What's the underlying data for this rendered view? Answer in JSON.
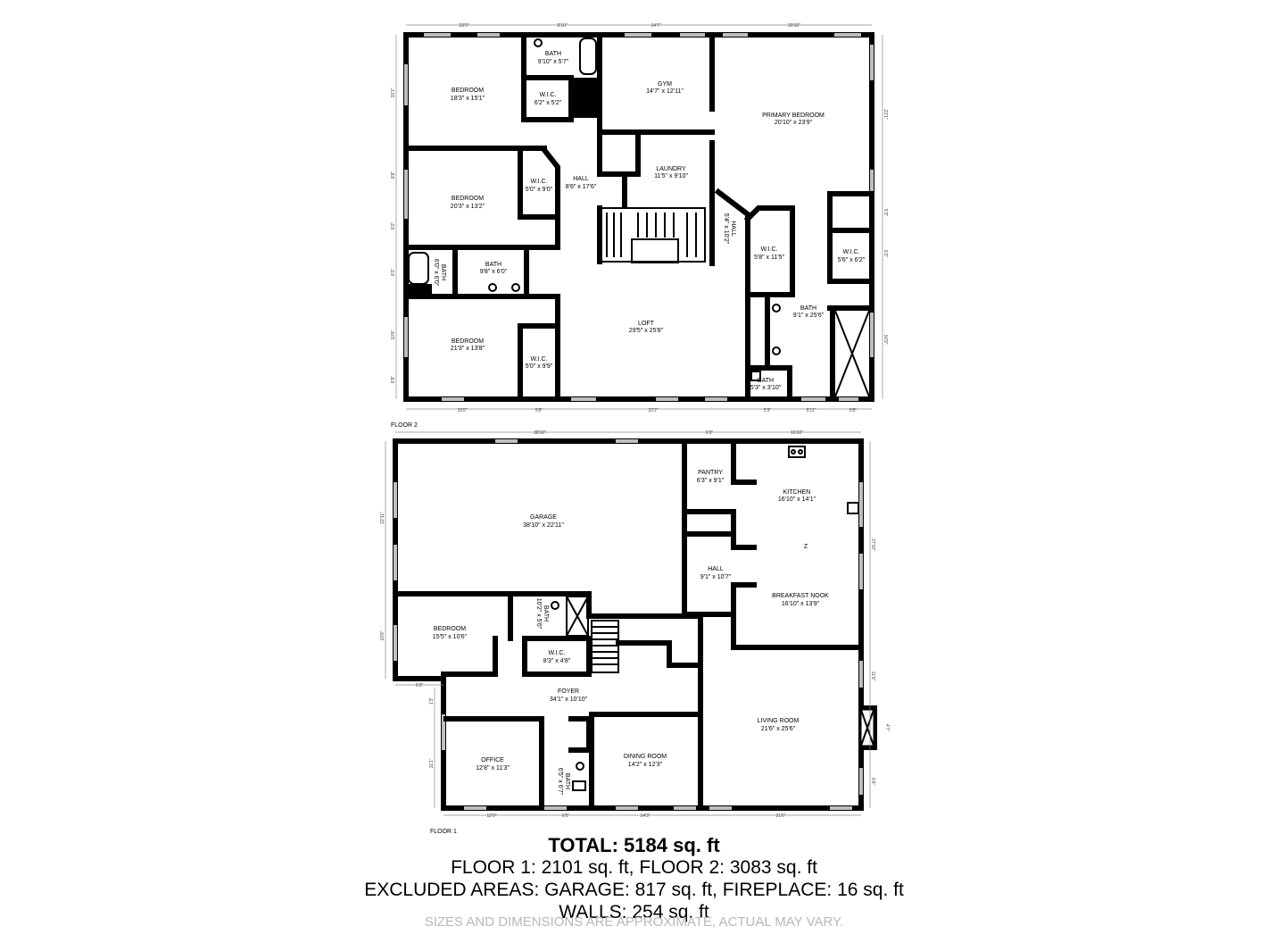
{
  "floor2": {
    "label": "FLOOR 2",
    "rooms": [
      {
        "id": "bedroom-a",
        "name": "BEDROOM",
        "dims": "18'3\" x 15'1\""
      },
      {
        "id": "bath-a",
        "name": "BATH",
        "dims": "9'10\" x 5'7\""
      },
      {
        "id": "wic-a",
        "name": "W.I.C.",
        "dims": "6'2\" x 5'2\""
      },
      {
        "id": "gym",
        "name": "GYM",
        "dims": "14'7\" x 12'11\""
      },
      {
        "id": "primary-bedroom",
        "name": "PRIMARY BEDROOM",
        "dims": "20'10\" x 23'9\""
      },
      {
        "id": "bedroom-b",
        "name": "BEDROOM",
        "dims": "20'3\" x 13'2\""
      },
      {
        "id": "wic-b",
        "name": "W.I.C.",
        "dims": "5'0\" x 9'0\""
      },
      {
        "id": "hall-a",
        "name": "HALL",
        "dims": "8'6\" x 17'6\""
      },
      {
        "id": "laundry",
        "name": "LAUNDRY",
        "dims": "11'5\" x 9'10\""
      },
      {
        "id": "hall-b",
        "name": "HALL",
        "dims": "5'4\" x 10'2\""
      },
      {
        "id": "wic-c",
        "name": "W.I.C.",
        "dims": "5'8\" x 11'5\""
      },
      {
        "id": "wic-d",
        "name": "W.I.C.",
        "dims": "5'6\" x 6'2\""
      },
      {
        "id": "bath-b",
        "name": "BATH",
        "dims": "9'8\" x 6'0\""
      },
      {
        "id": "bath-c",
        "name": "BATH",
        "dims": "6'0\" x 6'0\""
      },
      {
        "id": "bath-d",
        "name": "BATH",
        "dims": "9'1\" x 25'6\""
      },
      {
        "id": "loft",
        "name": "LOFT",
        "dims": "29'5\" x 25'8\""
      },
      {
        "id": "bedroom-c",
        "name": "BEDROOM",
        "dims": "21'3\" x 13'8\""
      },
      {
        "id": "wic-e",
        "name": "W.I.C.",
        "dims": "5'0\" x 9'9\""
      },
      {
        "id": "bath-e",
        "name": "BATH",
        "dims": "5'3\" x 3'10\""
      }
    ],
    "top_dims": [
      "23'9\"",
      "9'10\"",
      "14'7\"",
      "20'10\""
    ],
    "bottom_dims": [
      "15'0\"",
      "5'8\"",
      "22'2\"",
      "5'3\"",
      "5'11\"",
      "5'8\""
    ],
    "left_dims": [
      "15'1\"",
      "8'8\"",
      "6'0\"",
      "6'0\"",
      "10'8\"",
      "6'8\""
    ],
    "right_dims": [
      "23'1\"",
      "5'3\"",
      "6'2\"",
      "16'9\""
    ]
  },
  "floor1": {
    "label": "FLOOR 1",
    "rooms": [
      {
        "id": "garage",
        "name": "GARAGE",
        "dims": "38'10\" x 22'11\""
      },
      {
        "id": "pantry",
        "name": "PANTRY",
        "dims": "6'3\" x 9'1\""
      },
      {
        "id": "kitchen",
        "name": "KITCHEN",
        "dims": "16'10\" x 14'1\""
      },
      {
        "id": "hall",
        "name": "HALL",
        "dims": "9'1\" x 10'7\""
      },
      {
        "id": "breakfast-nook",
        "name": "BREAKFAST NOOK",
        "dims": "16'10\" x 13'9\""
      },
      {
        "id": "bedroom",
        "name": "BEDROOM",
        "dims": "15'5\" x 10'6\""
      },
      {
        "id": "bath-a",
        "name": "BATH",
        "dims": "10'2\" x 5'6\""
      },
      {
        "id": "wic",
        "name": "W.I.C.",
        "dims": "8'3\" x 4'8\""
      },
      {
        "id": "foyer",
        "name": "FOYER",
        "dims": "34'1\" x 10'10\""
      },
      {
        "id": "living-room",
        "name": "LIVING ROOM",
        "dims": "21'6\" x 25'6\""
      },
      {
        "id": "office",
        "name": "OFFICE",
        "dims": "12'8\" x 11'3\""
      },
      {
        "id": "bath-b",
        "name": "BATH",
        "dims": "6'5\" x 6'7\""
      },
      {
        "id": "dining-room",
        "name": "DINING ROOM",
        "dims": "14'2\" x 12'3\""
      }
    ],
    "kitchen_mark": "Z",
    "top_dims": [
      "38'10\"",
      "6'3\"",
      "16'10\""
    ],
    "bottom_dims": [
      "12'9\"",
      "6'5\"",
      "14'3\"",
      "21'6\""
    ],
    "left_dims": [
      "22'11\"",
      "10'8\"",
      "6'3\"",
      "1'3\"",
      "11'1\""
    ],
    "right_dims": [
      "27'10\"",
      "11'9\"",
      "4'7\"",
      "6'6\""
    ]
  },
  "summary": {
    "total": "TOTAL: 5184 sq. ft",
    "floors": "FLOOR 1: 2101 sq. ft, FLOOR 2: 3083 sq. ft",
    "excluded": "EXCLUDED AREAS: GARAGE: 817 sq. ft, FIREPLACE: 16 sq. ft",
    "walls": "WALLS: 254 sq. ft",
    "disclaimer": "SIZES AND DIMENSIONS ARE APPROXIMATE, ACTUAL MAY VARY."
  }
}
